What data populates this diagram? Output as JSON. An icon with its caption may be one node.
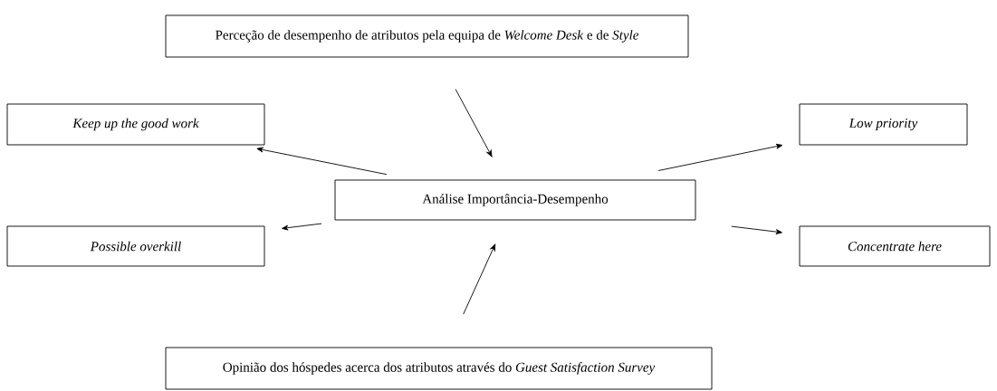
{
  "diagram": {
    "nodes": [
      {
        "text": [
          "Perceção de desempenho de atributos pela equipa de *Welcome Desk* e de *Style*"
        ]
      },
      {
        "text": [
          "Keep up the good work"
        ]
      },
      {
        "text": [
          "Análise Importância-Desempenho"
        ]
      },
      {
        "text": [
          "Low priority"
        ]
      },
      {
        "text": [
          "Possible overkill"
        ]
      },
      {
        "text": [
          "Concentrate here"
        ]
      },
      {
        "text": [
          "Opinião dos hóspedes acerca dos atributos através do *Guest Satisfaction Survey*"
        ]
      }
    ],
    "edges": [
      {
        "from": 0,
        "to": 2,
        "arrow": "to"
      },
      {
        "from": 6,
        "to": 2,
        "arrow": "to"
      },
      {
        "from": 2,
        "to": 1,
        "arrow": "to"
      },
      {
        "from": 2,
        "to": 4,
        "arrow": "to"
      },
      {
        "from": 2,
        "to": 3,
        "arrow": "to"
      },
      {
        "from": 2,
        "to": 5,
        "arrow": "to"
      }
    ]
  }
}
